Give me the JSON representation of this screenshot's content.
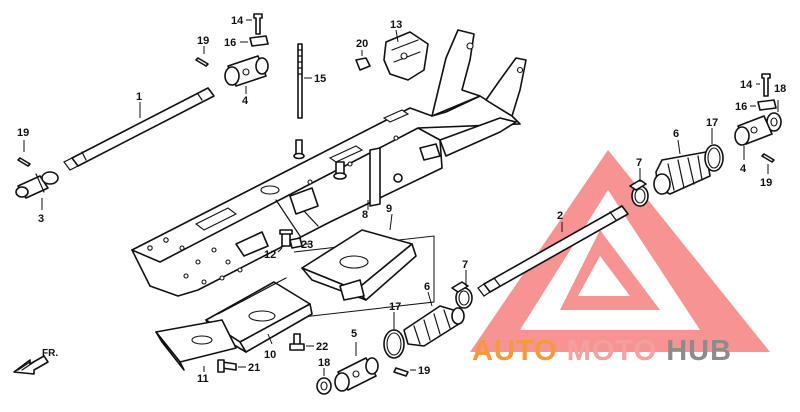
{
  "callouts": {
    "c1": "1",
    "c2": "2",
    "c3": "3",
    "c4a": "4",
    "c4b": "4",
    "c5": "5",
    "c6a": "6",
    "c6b": "6",
    "c7a": "7",
    "c7b": "7",
    "c8": "8",
    "c9": "9",
    "c10": "10",
    "c11": "11",
    "c12": "12",
    "c13": "13",
    "c14a": "14",
    "c14b": "14",
    "c15": "15",
    "c16a": "16",
    "c16b": "16",
    "c17a": "17",
    "c17b": "17",
    "c18a": "18",
    "c18b": "18",
    "c19a": "19",
    "c19b": "19",
    "c19c": "19",
    "c19d": "19",
    "c20": "20",
    "c21": "21",
    "c22": "22",
    "c23": "23"
  },
  "direction_label": "FR.",
  "watermark": {
    "part1": "AUTO",
    "part2": "MOTO",
    "part3": "HUB",
    "colors": {
      "auto": "#f59a3c",
      "moto": "#f4a0a0",
      "hub": "#8c8c8c",
      "triangle": "#f26a6a"
    }
  },
  "icons": [
    "front-direction-arrow-icon",
    "watermark-triangle-logo"
  ]
}
